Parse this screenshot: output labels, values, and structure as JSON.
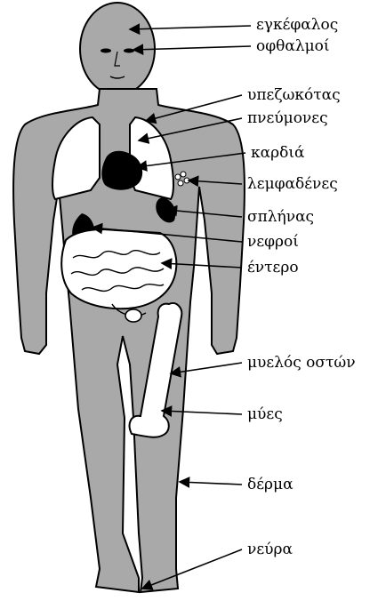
{
  "labels": {
    "brain": "εγκέφαλος",
    "eyes": "οφθαλμοί",
    "thymus": "υπεζωκότας",
    "lungs": "πνεύμονες",
    "heart": "καρδιά",
    "lymph_nodes": "λεμφαδένες",
    "spleen": "σπλήνας",
    "kidneys": "νεφροί",
    "intestine": "έντερο",
    "bone_marrow": "μυελός οστών",
    "muscles": "μύες",
    "skin": "δέρμα",
    "nerves": "νεύρα"
  },
  "colors": {
    "body_fill": "#a9a9a9",
    "outline": "#000000",
    "organ_dark": "#000000",
    "organ_light": "#ffffff"
  }
}
